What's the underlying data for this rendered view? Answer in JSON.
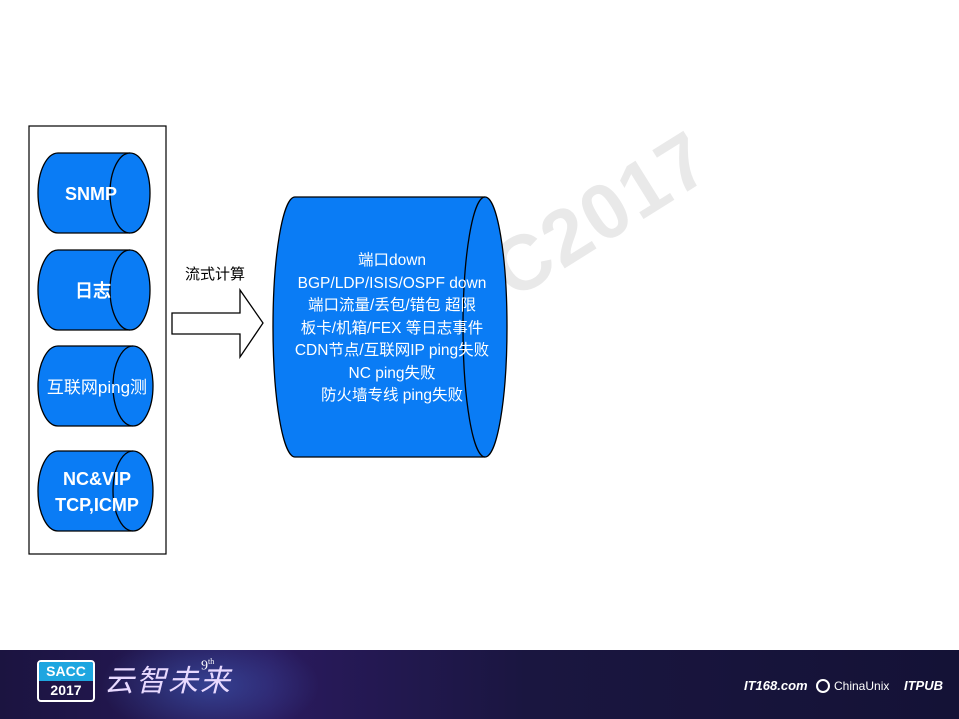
{
  "watermark": "SACC2017",
  "sources": [
    {
      "lines": [
        "SNMP"
      ]
    },
    {
      "lines": [
        "日志"
      ]
    },
    {
      "lines": [
        "互联网ping测"
      ]
    },
    {
      "lines": [
        "NC&VIP",
        "TCP,ICMP"
      ]
    }
  ],
  "arrow_label": "流式计算",
  "events": [
    "端口down",
    "BGP/LDP/ISIS/OSPF down",
    "端口流量/丢包/错包 超限",
    "板卡/机箱/FEX 等日志事件",
    "CDN节点/互联网IP ping失败",
    "NC ping失败",
    "防火墙专线 ping失败"
  ],
  "colors": {
    "cylinder_fill": "#0a7cf5",
    "cylinder_stroke": "#000000",
    "footer_bg": "#1b1440",
    "badge_accent": "#1ea6e0"
  },
  "footer": {
    "badge_top": "SACC",
    "badge_bottom": "2017",
    "slogan": "云智未来",
    "edition": "9",
    "edition_suffix": "th",
    "sponsors": [
      "IT168.com",
      "ChinaUnix",
      "ITPUB"
    ]
  }
}
